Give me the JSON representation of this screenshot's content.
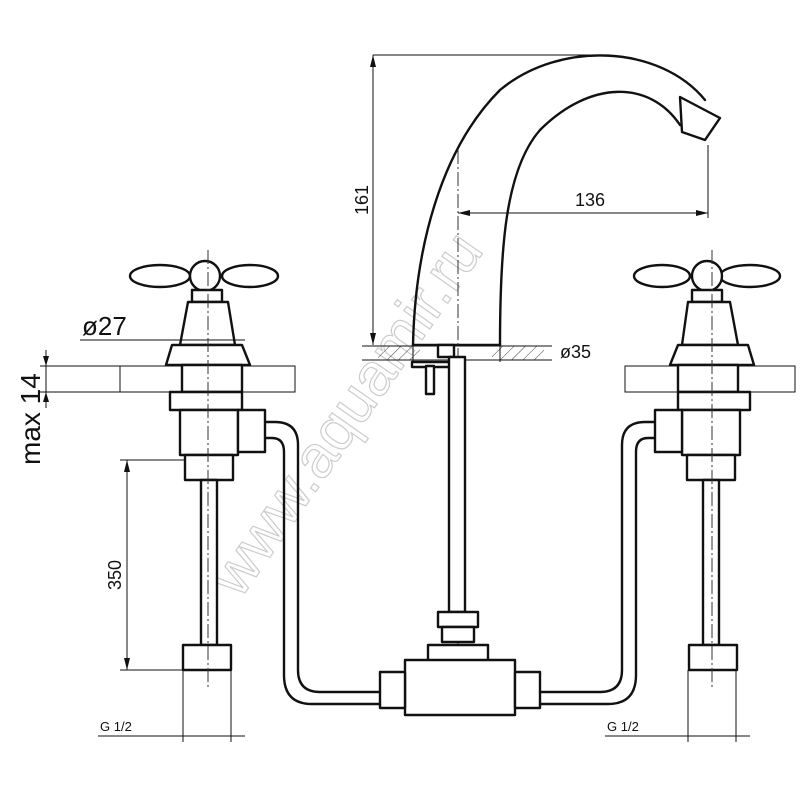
{
  "drawing": {
    "dimensions": {
      "spout_height": "161",
      "spout_reach": "136",
      "valve_diameter": "ø27",
      "max_thickness": "max 14",
      "spout_diameter": "ø35",
      "hose_length": "350",
      "thread_left": "G 1/2",
      "thread_right": "G 1/2"
    },
    "watermark": "www.aquamir.ru"
  }
}
